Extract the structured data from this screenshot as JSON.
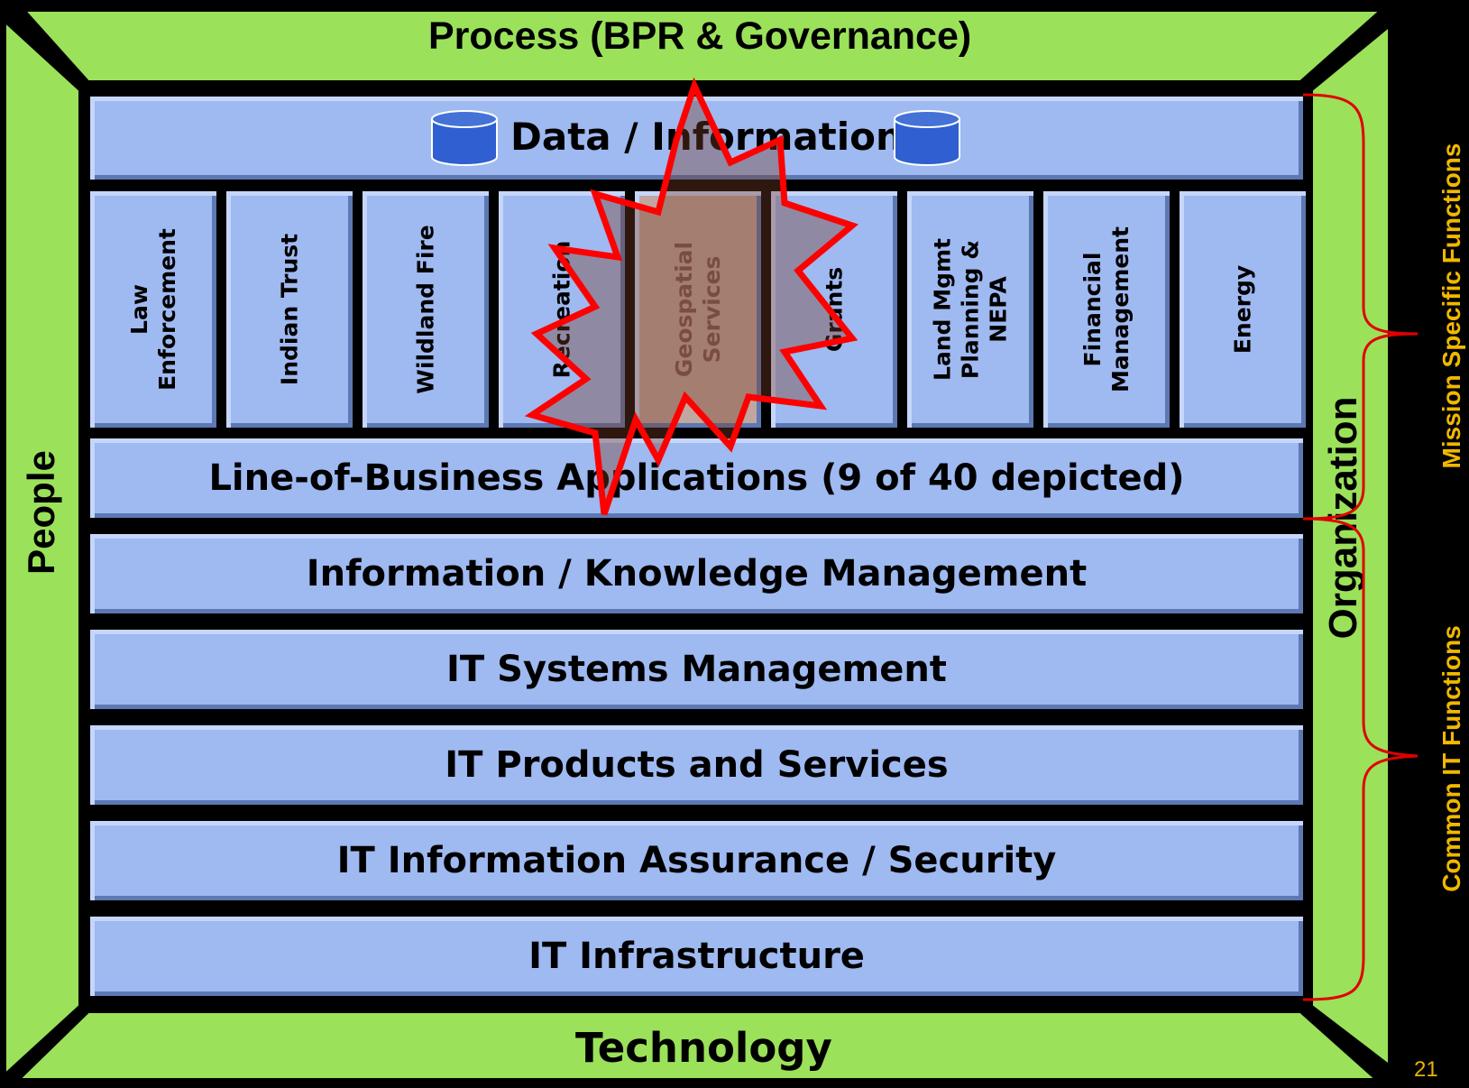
{
  "frame": {
    "top_label": "Process (BPR & Governance)",
    "bottom_label": "Technology",
    "left_label": "People",
    "right_label": "Organization",
    "frame_color": "#9be15a"
  },
  "data_layer": {
    "label": "Data / Information",
    "icon": "database-icon"
  },
  "applications": [
    {
      "lines": [
        "Law",
        "Enforcement"
      ]
    },
    {
      "lines": [
        "Indian Trust"
      ]
    },
    {
      "lines": [
        "Wildland Fire"
      ]
    },
    {
      "lines": [
        "Recreation"
      ]
    },
    {
      "lines": [
        "Geospatial",
        "Services"
      ],
      "highlighted": true
    },
    {
      "lines": [
        "Grants"
      ]
    },
    {
      "lines": [
        "Land Mgmt",
        "Planning &",
        "NEPA"
      ]
    },
    {
      "lines": [
        "Financial",
        "Management"
      ]
    },
    {
      "lines": [
        "Energy"
      ]
    }
  ],
  "layers": [
    "Line-of-Business Applications (9 of 40 depicted)",
    "Information / Knowledge Management",
    "IT Systems Management",
    "IT Products and Services",
    "IT Information Assurance / Security",
    "IT Infrastructure"
  ],
  "brackets": {
    "mission": "Mission Specific Functions",
    "common": "Common IT Functions",
    "text_color": "#f0b800",
    "bracket_color": "#e00000"
  },
  "highlight_color": "#ff0000",
  "page_number": "21"
}
